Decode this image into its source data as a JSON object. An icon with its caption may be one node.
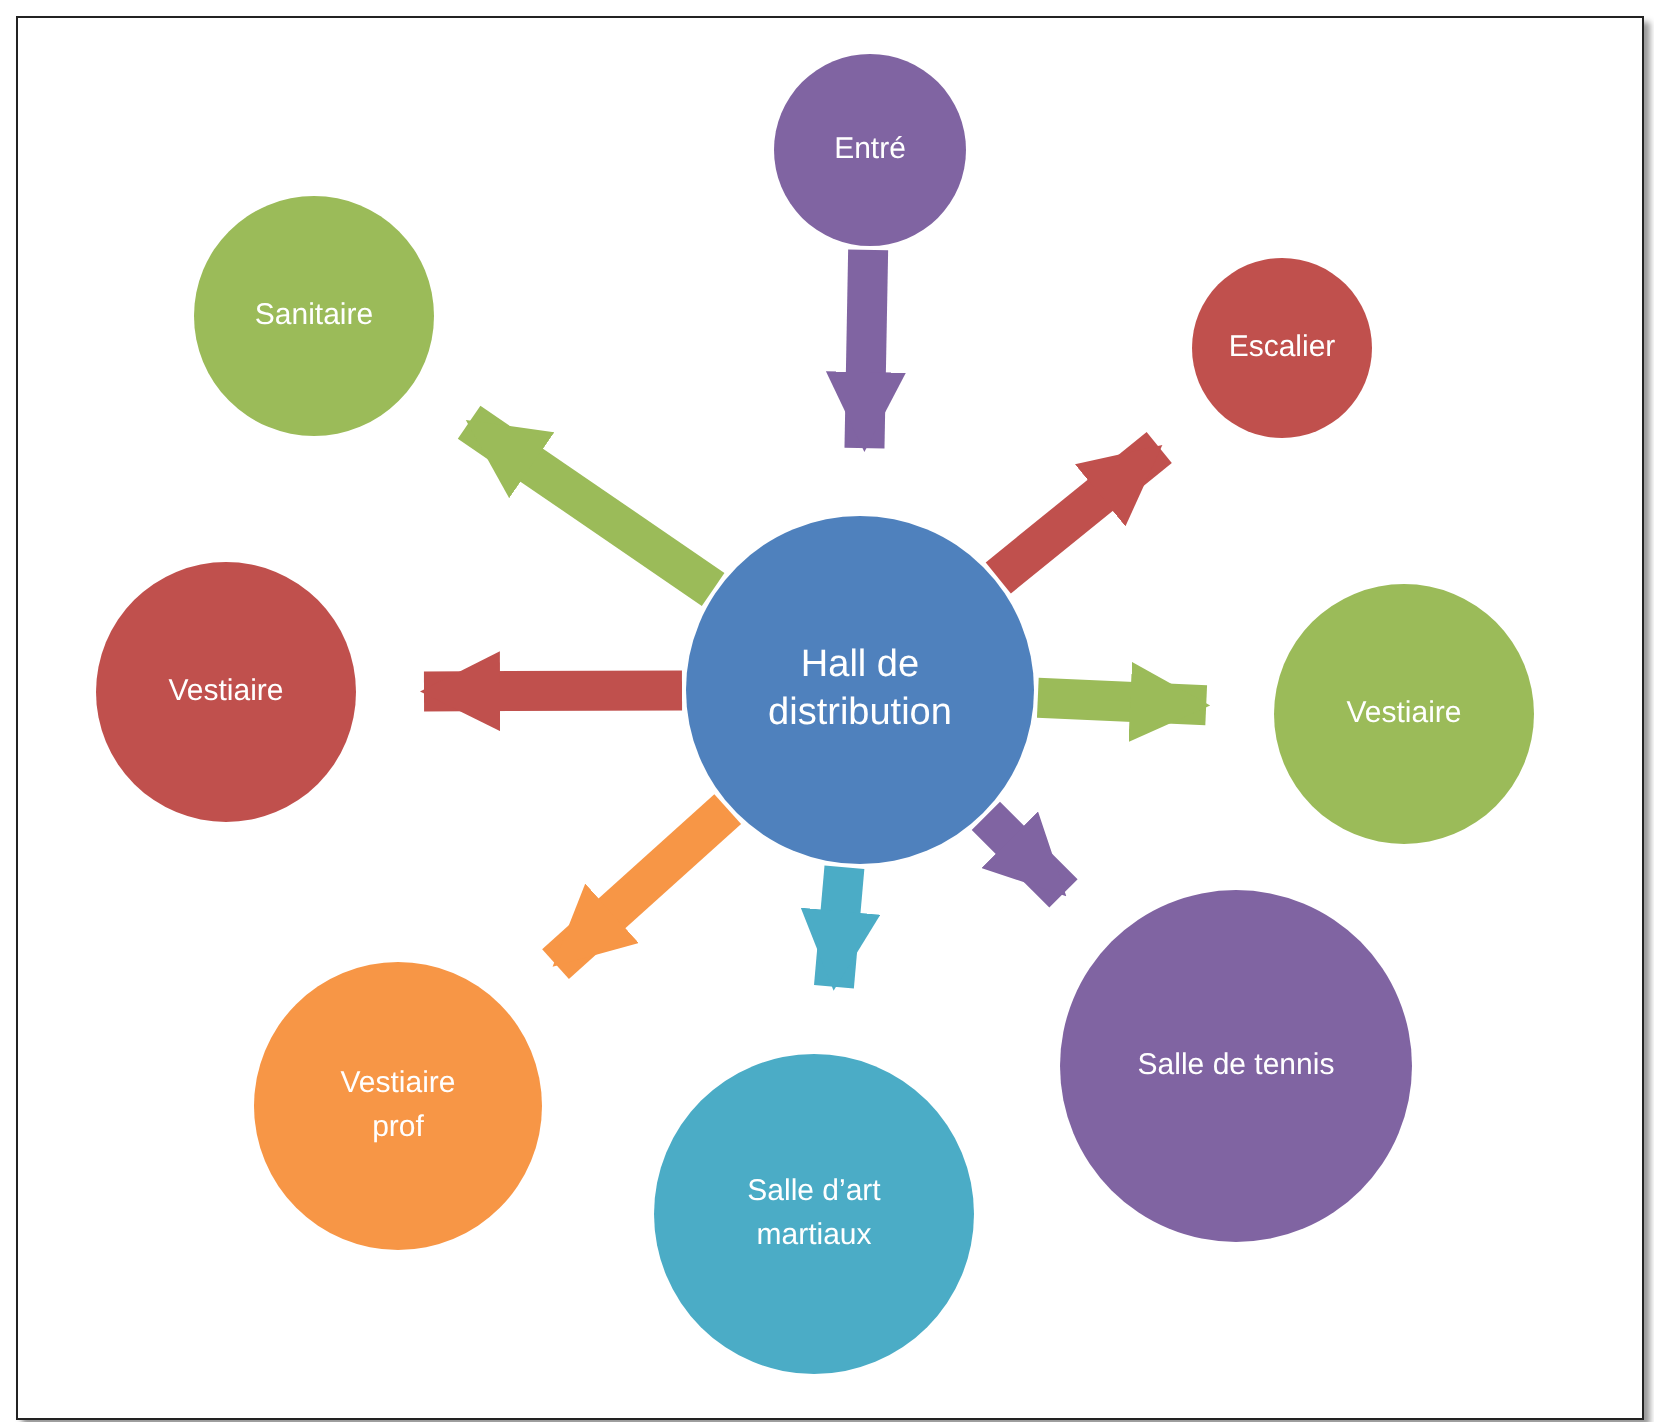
{
  "diagram": {
    "nodes": [
      {
        "text": [
          "Entré"
        ]
      },
      {
        "text": [
          "Sanitaire"
        ]
      },
      {
        "text": [
          "Escalier"
        ]
      },
      {
        "text": [
          "Hall de distribution"
        ]
      },
      {
        "text": [
          "Vestiaire"
        ]
      },
      {
        "text": [
          "Vestiaire"
        ]
      },
      {
        "text": [
          "Vestiaire prof"
        ]
      },
      {
        "text": [
          "Salle d’art martiaux"
        ]
      },
      {
        "text": [
          "Salle de tennis"
        ]
      }
    ],
    "edges": [
      {
        "from": 0,
        "to": 3,
        "arrow": "to",
        "color": "#8064a2"
      },
      {
        "from": 3,
        "to": 1,
        "arrow": "to",
        "color": "#9bbb59"
      },
      {
        "from": 3,
        "to": 2,
        "arrow": "to",
        "color": "#c0504d"
      },
      {
        "from": 3,
        "to": 4,
        "arrow": "to",
        "color": "#c0504d"
      },
      {
        "from": 3,
        "to": 5,
        "arrow": "to",
        "color": "#9bbb59"
      },
      {
        "from": 3,
        "to": 6,
        "arrow": "to",
        "color": "#f79646"
      },
      {
        "from": 3,
        "to": 7,
        "arrow": "to",
        "color": "#4bacc6"
      },
      {
        "from": 3,
        "to": 8,
        "arrow": "to",
        "color": "#8064a2"
      }
    ]
  }
}
